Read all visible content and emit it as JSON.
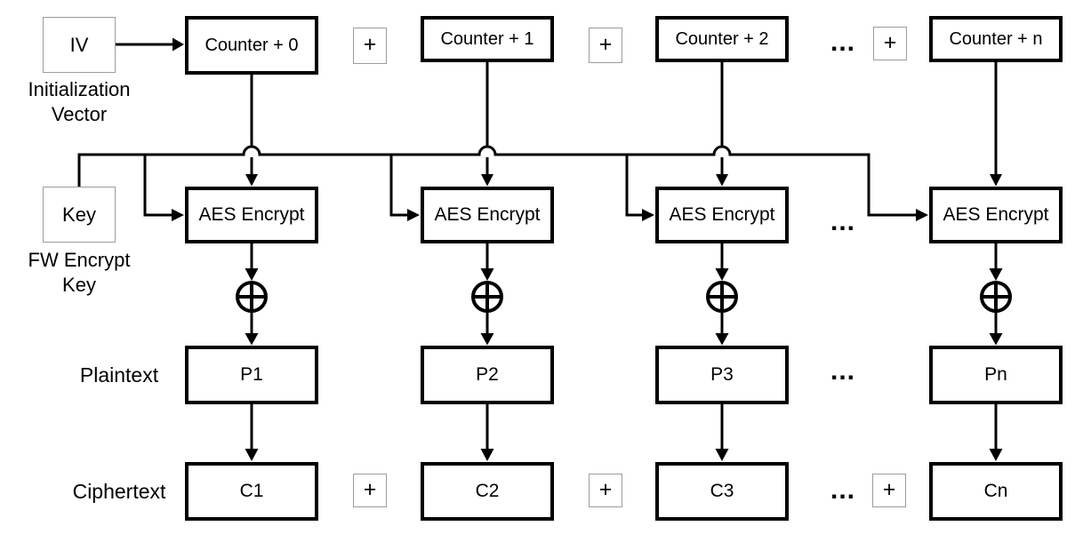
{
  "diagram": {
    "background": "#ffffff",
    "line_color": "#000000",
    "bold_border_color": "#000000",
    "light_border_color": "#9c9c9c",
    "iv_box": "IV",
    "iv_caption": [
      "Initialization",
      "Vector"
    ],
    "key_box": "Key",
    "key_caption": [
      "FW Encrypt",
      "Key"
    ],
    "plaintext_row_label": "Plaintext",
    "ciphertext_row_label": "Ciphertext",
    "plus": "+",
    "ellipsis": "...",
    "columns": [
      {
        "counter": "Counter + 0",
        "aes": "AES Encrypt",
        "p": "P1",
        "c": "C1"
      },
      {
        "counter": "Counter + 1",
        "aes": "AES Encrypt",
        "p": "P2",
        "c": "C2"
      },
      {
        "counter": "Counter + 2",
        "aes": "AES Encrypt",
        "p": "P3",
        "c": "C3"
      },
      {
        "counter": "Counter + n",
        "aes": "AES Encrypt",
        "p": "Pn",
        "c": "Cn"
      }
    ]
  }
}
